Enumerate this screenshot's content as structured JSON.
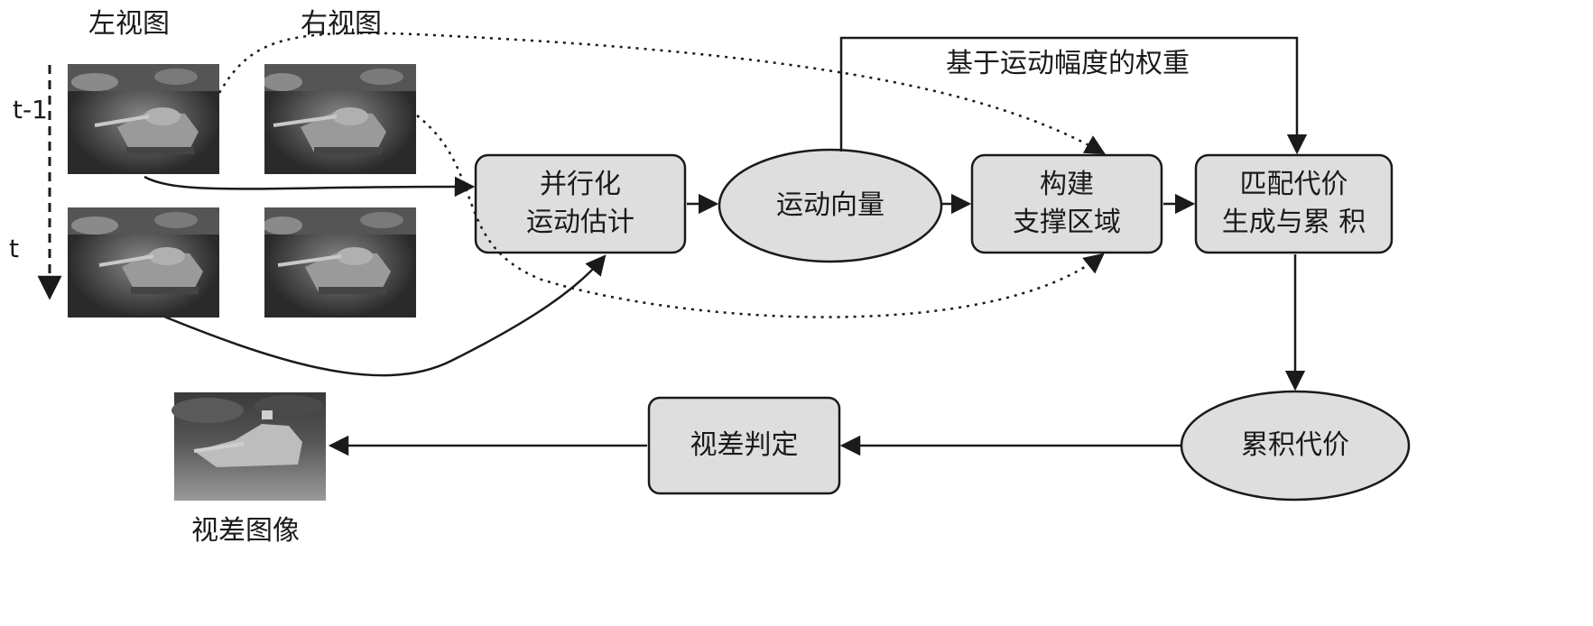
{
  "views": {
    "left": "左视图",
    "right": "右视图"
  },
  "time_axis": {
    "prev": "t-1",
    "curr": "t"
  },
  "nodes": {
    "motion_estimation": {
      "line1": "并行化",
      "line2": "运动估计"
    },
    "motion_vector": "运动向量",
    "support_region": {
      "line1": "构建",
      "line2": "支撑区域"
    },
    "cost": {
      "line1": "匹配代价",
      "line2": "生成与累 积"
    },
    "accumulated_cost": "累积代价",
    "disparity_decision": "视差判定",
    "disparity_image": "视差图像"
  },
  "edge_labels": {
    "motion_weight": "基于运动幅度的权重"
  },
  "colors": {
    "box_fill": "#dedede",
    "stroke": "#1a1a1a",
    "frame_dark": "#2a2a2a"
  }
}
